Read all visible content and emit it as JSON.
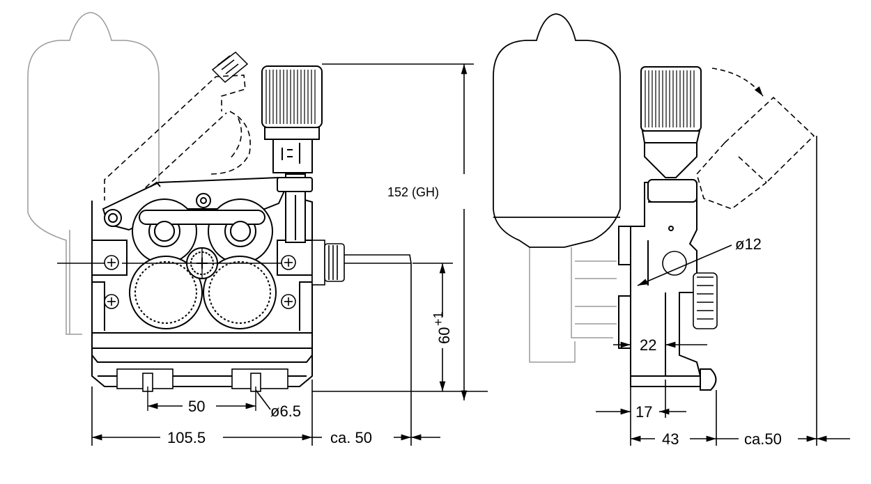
{
  "colors": {
    "line": "#000000",
    "faint": "#9a9a9a",
    "background": "#ffffff"
  },
  "front_view": {
    "dim_height": "152 (GH)",
    "dim_center_height": "60",
    "dim_center_height_sup": "+1",
    "dim_hole_spacing": "50",
    "dim_hole_dia": "ø6.5",
    "dim_width": "105.5",
    "dim_wire_out": "ca. 50"
  },
  "side_view": {
    "dim_bore": "ø12",
    "dim_22": "22",
    "dim_17": "17",
    "dim_43": "43",
    "dim_swing": "ca.50"
  }
}
